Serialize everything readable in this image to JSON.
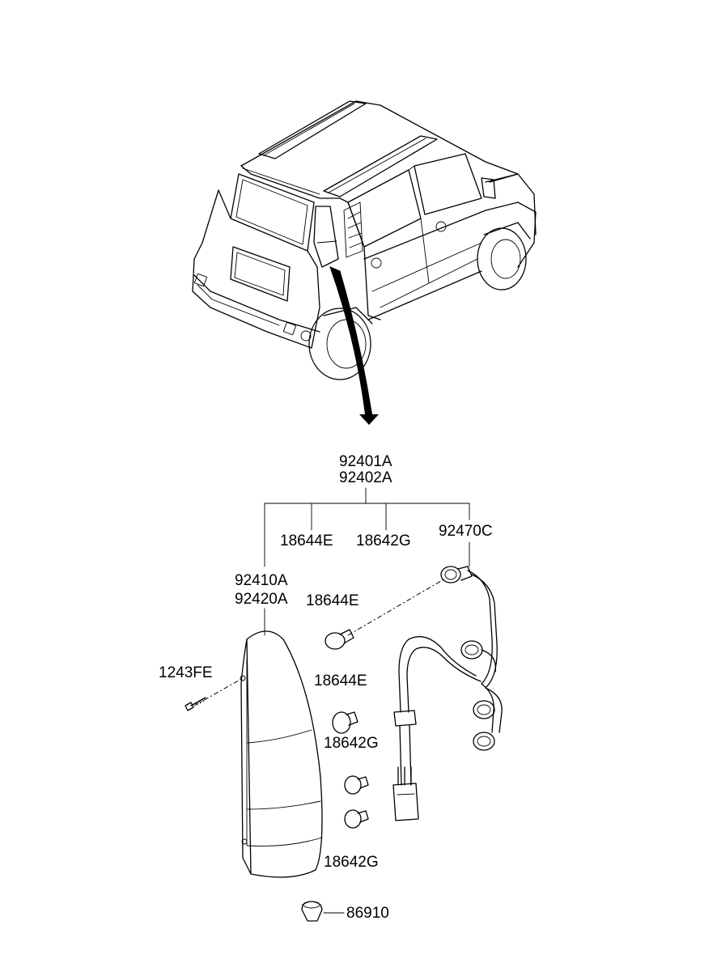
{
  "labels": {
    "assembly_lh": "92401A",
    "assembly_rh": "92402A",
    "bulb_18644e_top": "18644E",
    "bulb_18642g_top": "18642G",
    "harness": "92470C",
    "lens_lh": "92410A",
    "lens_rh": "92420A",
    "bulb_18644e_a": "18644E",
    "screw": "1243FE",
    "bulb_18644e_b": "18644E",
    "bulb_18642g_a": "18642G",
    "bulb_18642g_b": "18642G",
    "grommet": "86910"
  }
}
